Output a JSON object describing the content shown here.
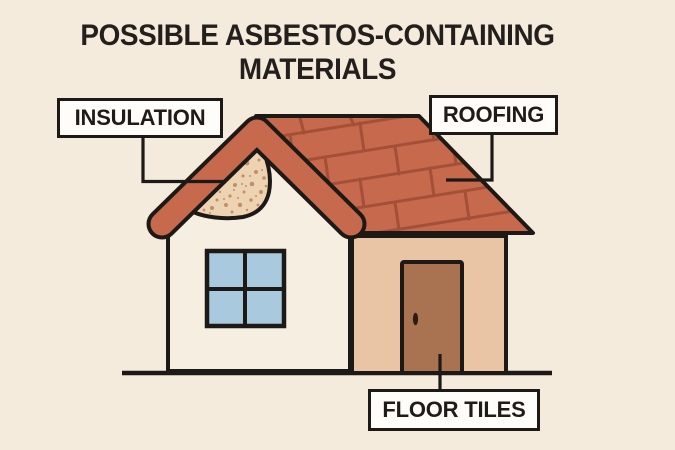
{
  "title": {
    "line1": "POSSIBLE ASBESTOS-CONTAINING",
    "line2": "MATERIALS"
  },
  "callouts": {
    "insulation": {
      "label": "INSULATION"
    },
    "roofing": {
      "label": "ROOFING"
    },
    "floor_tiles": {
      "label": "FLOOR TILES"
    }
  },
  "colors": {
    "background": "#f5ebdc",
    "front_wall": "#f6eee1",
    "side_wall": "#e9c5a6",
    "roof": "#c7694c",
    "roof_joints": "#a44f38",
    "insulation_fill": "#eed3b3",
    "insulation_speckle": "#c1906a",
    "window_glass": "#a9c9de",
    "door": "#a97351",
    "door_handle": "#2a1c14",
    "outline": "#1c1917",
    "label_box_bg": "#fffdf9",
    "label_text": "#1f1b19",
    "title_text": "#231f1d"
  }
}
